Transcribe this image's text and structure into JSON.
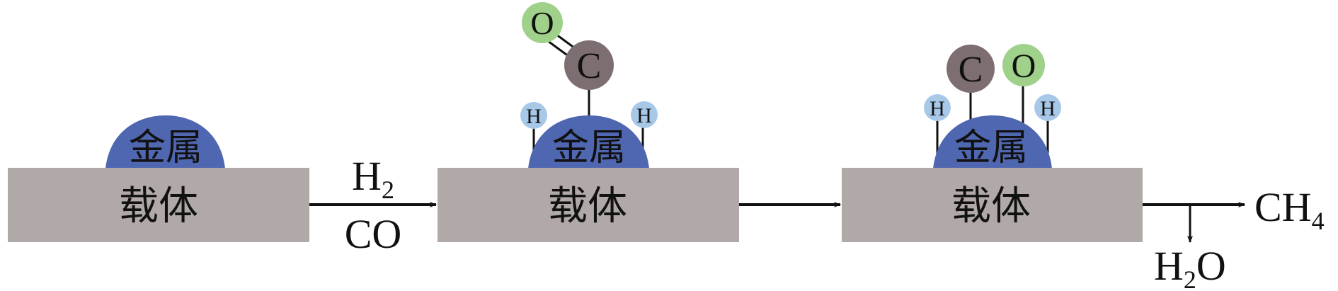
{
  "colors": {
    "support": "#b1a8a8",
    "metal": "#4f66b0",
    "carbon": "#7d6f71",
    "oxygen": "#9fd18b",
    "hydrogen": "#a8c8e8",
    "line": "#111111"
  },
  "stages": [
    {
      "support_label": "载体",
      "metal_label": "金属"
    },
    {
      "support_label": "载体",
      "metal_label": "金属",
      "atoms": {
        "o": "O",
        "c": "C",
        "h_left": "H",
        "h_right": "H"
      }
    },
    {
      "support_label": "载体",
      "metal_label": "金属",
      "atoms": {
        "c": "C",
        "o": "O",
        "h_left": "H",
        "h_right": "H"
      }
    }
  ],
  "reactants": {
    "top": "H",
    "top_sub": "2",
    "bottom": "CO"
  },
  "products": {
    "main": "CH",
    "main_sub": "4",
    "side_pre": "H",
    "side_sub": "2",
    "side_post": "O"
  }
}
